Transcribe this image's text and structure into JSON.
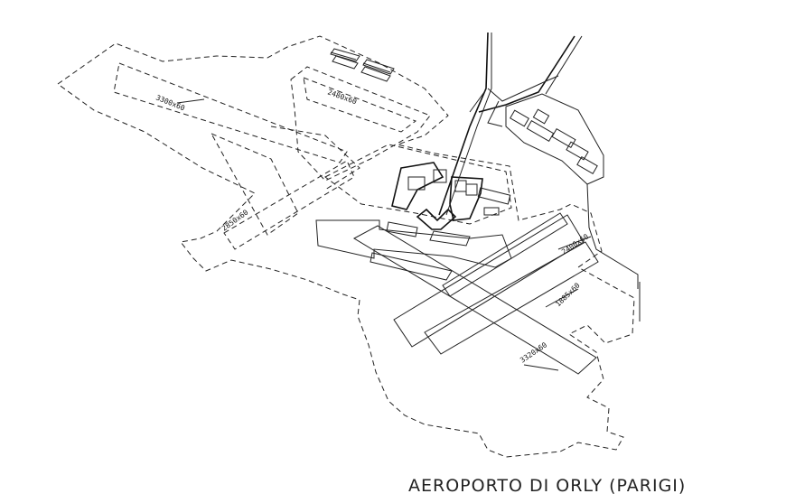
{
  "title": "AEROPORTO DI ORLY (PARIGI)",
  "runways": [
    {
      "label": "3300x60"
    },
    {
      "label": "2480x60"
    },
    {
      "label": "2850x60"
    },
    {
      "label": "2400x60"
    },
    {
      "label": "1885x60"
    },
    {
      "label": "3320x60"
    }
  ]
}
